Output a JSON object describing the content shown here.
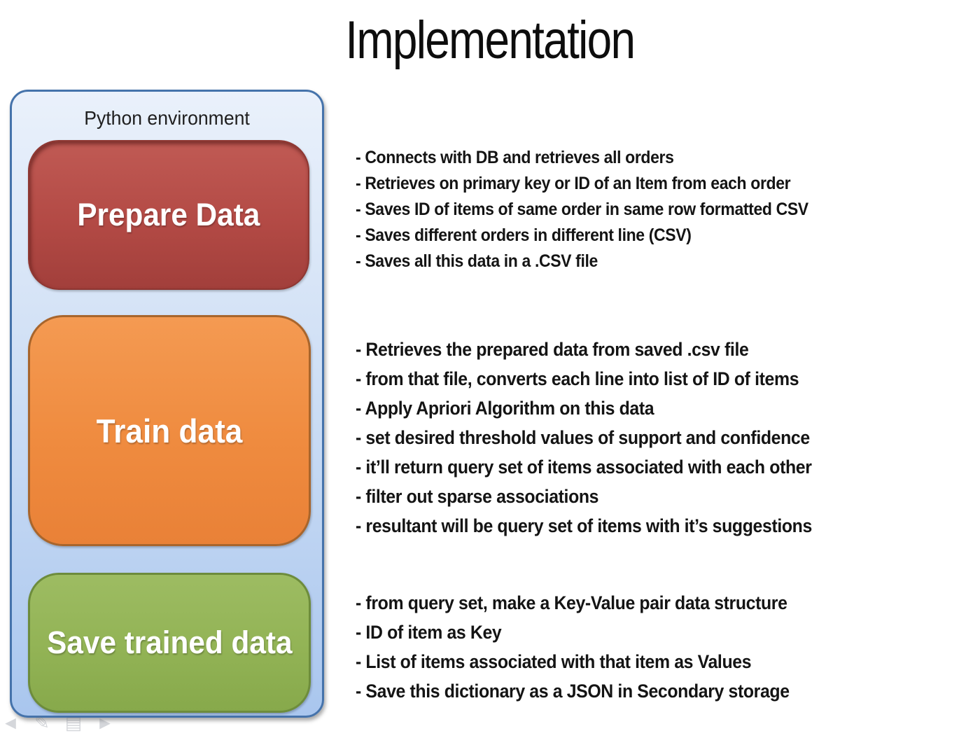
{
  "title": "Implementation",
  "panel": {
    "label": "Python environment",
    "boxes": [
      {
        "label": "Prepare Data",
        "color": "#b34a45"
      },
      {
        "label": "Train data",
        "color": "#ef8b3f"
      },
      {
        "label": "Save trained data",
        "color": "#92b355"
      }
    ]
  },
  "notes": [
    {
      "for": "Prepare Data",
      "items": [
        "- Connects with DB and retrieves all orders",
        "- Retrieves on primary key or ID of an Item from each order",
        "- Saves ID of items of same order in same row formatted CSV",
        "- Saves different orders in different line (CSV)",
        "- Saves all this data in a .CSV file"
      ]
    },
    {
      "for": "Train data",
      "items": [
        "- Retrieves the prepared data from saved .csv file",
        "- from that file, converts each line into list of ID of items",
        "- Apply Apriori Algorithm on this data",
        "- set desired threshold values of support and confidence",
        "- it’ll return query set of items associated with each other",
        "- filter out sparse associations",
        "- resultant will be query set of items with it’s suggestions"
      ]
    },
    {
      "for": "Save trained data",
      "items": [
        "- from query set, make a Key-Value pair data structure",
        "- ID of item as Key",
        "- List of items associated with that item as Values",
        "- Save this dictionary as a JSON in Secondary storage"
      ]
    }
  ],
  "nav_icons": {
    "back": "◄",
    "pen": "✎",
    "slides": "▤",
    "forward": "►"
  },
  "colors": {
    "panel-border": "#4573ab",
    "panel-top": "#eaf1fb",
    "panel-bottom": "#a9c6ee",
    "box-red": "#b34a45",
    "box-red-border": "#8e3732",
    "box-orange": "#ef8b3f",
    "box-orange-border": "#a8652c",
    "box-green": "#92b355",
    "box-green-border": "#6d8c3c",
    "text": "#141414"
  }
}
